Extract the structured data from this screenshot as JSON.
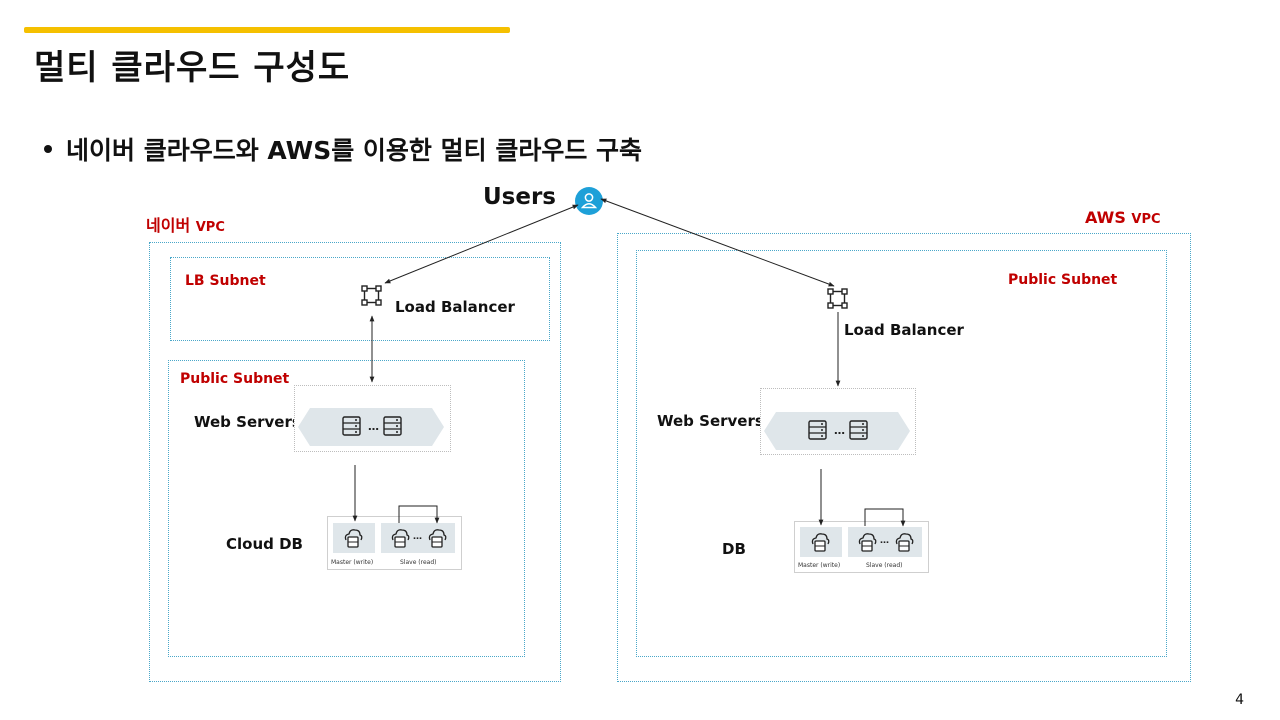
{
  "slide": {
    "title": "멀티 클라우드 구성도",
    "bullet": "네이버 클라우드와 AWS를 이용한 멀티 클라우드 구축",
    "page_number": "4",
    "accent_color": "#f5c000"
  },
  "users": {
    "label": "Users",
    "icon": "user-icon",
    "color": "#1ea0d8"
  },
  "naver": {
    "vpc_label": "네이버",
    "vpc_suffix": "VPC",
    "lb_subnet": "LB Subnet",
    "load_balancer": "Load Balancer",
    "public_subnet": "Public Subnet",
    "web_servers": "Web Servers",
    "db_label": "Cloud DB",
    "db_master": "Master (write)",
    "db_slave": "Slave (read)"
  },
  "aws": {
    "vpc_label": "AWS",
    "vpc_suffix": "VPC",
    "public_subnet": "Public Subnet",
    "load_balancer": "Load Balancer",
    "web_servers": "Web Servers",
    "db_label": "DB",
    "db_master": "Master (write)",
    "db_slave": "Slave (read)"
  },
  "colors": {
    "label_red": "#c00000",
    "border_blue": "#4aa7c9",
    "tile_gray": "#dfe6ea"
  }
}
